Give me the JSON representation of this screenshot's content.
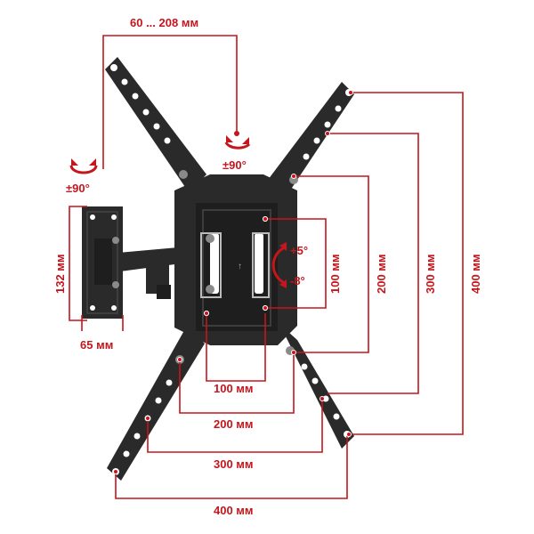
{
  "colors": {
    "accent": "#c4161c",
    "bracket": "#2a2a2a",
    "background": "#ffffff"
  },
  "labels": {
    "swivel_range": "60 ... 208 мм",
    "rotate_top": "±90°",
    "rotate_left": "±90°",
    "tilt_up": "+5°",
    "tilt_down": "-8°",
    "wall_plate_height": "132 мм",
    "wall_plate_width": "65 мм",
    "vesa_h_100": "100 мм",
    "vesa_h_200": "200 мм",
    "vesa_h_300": "300 мм",
    "vesa_h_400": "400 мм",
    "vesa_v_100": "100 мм",
    "vesa_v_200": "200 мм",
    "vesa_v_300": "300 мм",
    "vesa_v_400": "400 мм"
  },
  "icons": {
    "rotate_top": "rotate-arrows-icon",
    "rotate_left": "rotate-arrows-icon",
    "tilt": "tilt-arrows-icon"
  }
}
